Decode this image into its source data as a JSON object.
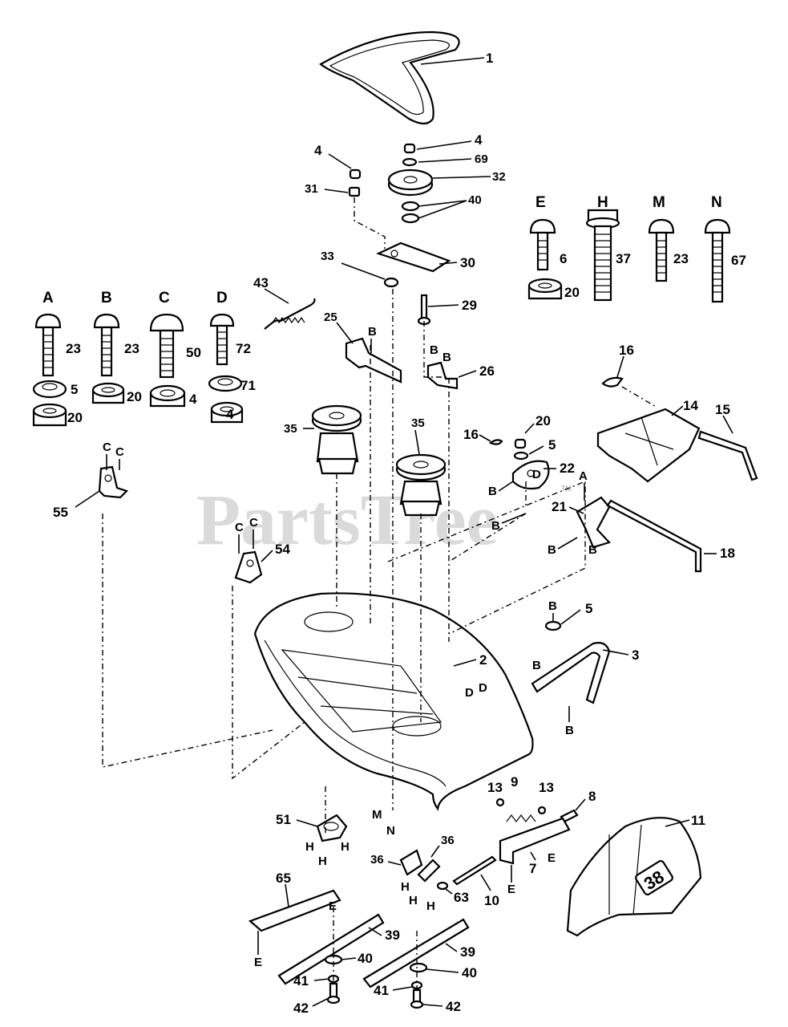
{
  "watermark": "PartsTree",
  "watermark_tm": "TM",
  "callouts": {
    "c1": "1",
    "c4a": "4",
    "c69": "69",
    "c32": "32",
    "c4b": "4",
    "c31": "31",
    "c40a": "40",
    "c33": "33",
    "c30": "30",
    "c29": "29",
    "c43": "43",
    "c25": "25",
    "c26": "26",
    "c35a": "35",
    "c35b": "35",
    "c16a": "16",
    "c16b": "16",
    "c20": "20",
    "c5a": "5",
    "c22": "22",
    "c21": "21",
    "c18": "18",
    "c14": "14",
    "c15": "15",
    "c55": "55",
    "c54": "54",
    "c2": "2",
    "c5b": "5",
    "c3": "3",
    "c13a": "13",
    "c9": "9",
    "c13b": "13",
    "c8": "8",
    "c11": "11",
    "c51": "51",
    "c36a": "36",
    "c36b": "36",
    "c63": "63",
    "c10": "10",
    "c7": "7",
    "c65": "65",
    "c39a": "39",
    "c39b": "39",
    "c40b": "40",
    "c40c": "40",
    "c41a": "41",
    "c41b": "41",
    "c42a": "42",
    "c42b": "42"
  },
  "hardware_left": [
    {
      "letter": "A",
      "bolt": "23",
      "washer": "5",
      "nut": "20"
    },
    {
      "letter": "B",
      "bolt": "23",
      "nut": "20"
    },
    {
      "letter": "C",
      "bolt": "50",
      "nut": "4"
    },
    {
      "letter": "D",
      "bolt": "72",
      "washer": "71",
      "nut": "4"
    }
  ],
  "hardware_right": [
    {
      "letter": "E",
      "bolt": "6",
      "nut": "20"
    },
    {
      "letter": "H",
      "bolt": "37"
    },
    {
      "letter": "M",
      "bolt": "23"
    },
    {
      "letter": "N",
      "bolt": "67"
    }
  ],
  "ref_letters": {
    "B1": "B",
    "B2": "B",
    "B3": "B",
    "B4": "B",
    "B5": "B",
    "B6": "B",
    "B7": "B",
    "B8": "B",
    "B9": "B",
    "B10": "B",
    "C1": "C",
    "C2": "C",
    "C3": "C",
    "C4": "C",
    "D1": "D",
    "D2": "D",
    "D3": "D",
    "A1": "A",
    "M1": "M",
    "N1": "N",
    "H1": "H",
    "H2": "H",
    "H3": "H",
    "H4": "H",
    "H5": "H",
    "H6": "H",
    "E1": "E",
    "E2": "E",
    "E3": "E",
    "E4": "E"
  },
  "deck_badge": "38"
}
